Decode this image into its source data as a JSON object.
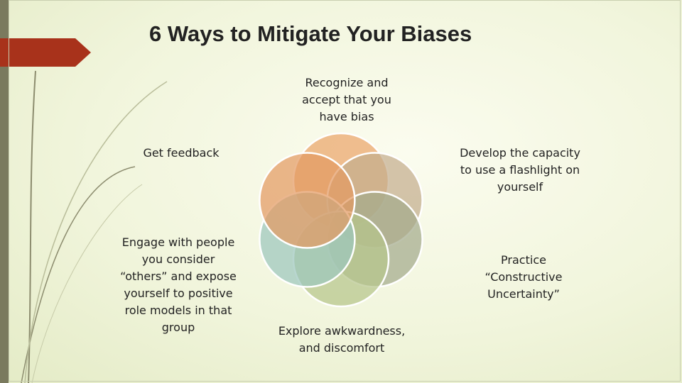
{
  "slide": {
    "title": "6 Ways to Mitigate Your Biases"
  },
  "diagram": {
    "type": "six-circle-venn",
    "items": [
      {
        "label": "Recognize and\naccept that you\nhave bias",
        "color": "#eaa56a"
      },
      {
        "label": "Develop the capacity\nto use a flashlight on\nyourself",
        "color": "#c4ad8e"
      },
      {
        "label": "Practice\n“Constructive\nUncertainty”",
        "color": "#a3aa8c"
      },
      {
        "label": "Explore awkwardness,\nand discomfort",
        "color": "#b6c58a"
      },
      {
        "label": "Engage with people\nyou consider\n“others” and expose\nyourself to positive\nrole models in that\ngroup",
        "color": "#9cc6bc"
      },
      {
        "label": "Get feedback",
        "color": "#e39a62"
      }
    ]
  },
  "colors": {
    "background": "#f1f5dc",
    "accent": "#a8321b",
    "left_bar": "#7a7a5e"
  }
}
